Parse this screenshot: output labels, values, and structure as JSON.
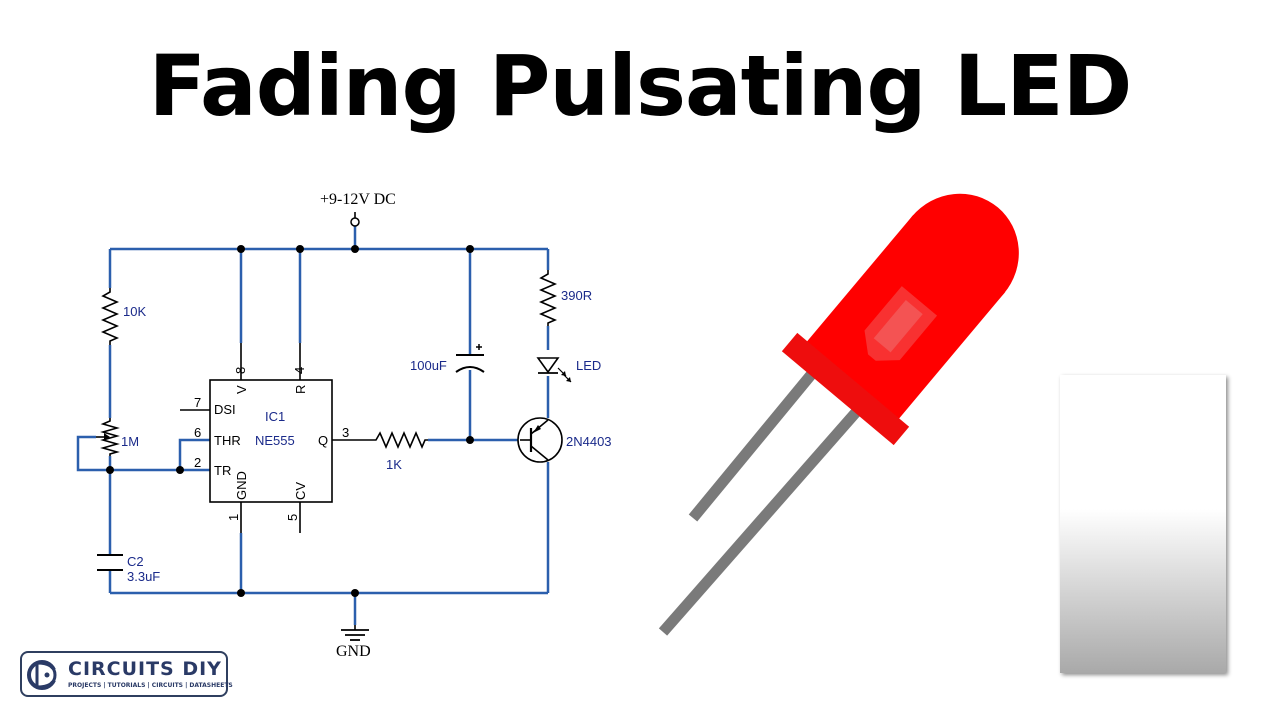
{
  "title": "Fading Pulsating LED",
  "schematic": {
    "supply_label": "+9-12V DC",
    "ground_label": "GND",
    "ic": {
      "ref": "IC1",
      "part": "NE555"
    },
    "pins": {
      "p8_num": "8",
      "p8_name": "V",
      "p4_num": "4",
      "p4_name": "R",
      "p7_num": "7",
      "p7_name": "DSI",
      "p6_num": "6",
      "p6_name": "THR",
      "p2_num": "2",
      "p2_name": "TR",
      "p3_num": "3",
      "p3_name": "Q",
      "p1_num": "1",
      "p1_name": "GND",
      "p5_num": "5",
      "p5_name": "CV"
    },
    "components": {
      "r_10k": "10K",
      "pot_1m": "1M",
      "c2_ref": "C2",
      "c2_val": "3.3uF",
      "r_1k": "1K",
      "c_100uf": "100uF",
      "r_390": "390R",
      "led": "LED",
      "transistor": "2N4403"
    }
  },
  "logo": {
    "name": "CIRCUITS DIY",
    "tagline": "PROJECTS | TUTORIALS | CIRCUITS | DATASHEETS"
  },
  "colors": {
    "wire": "#2b5fad",
    "led_body": "#ff0000",
    "led_flange": "#ee1111",
    "led_leads": "#808080",
    "label_text": "#1a2a8a"
  }
}
